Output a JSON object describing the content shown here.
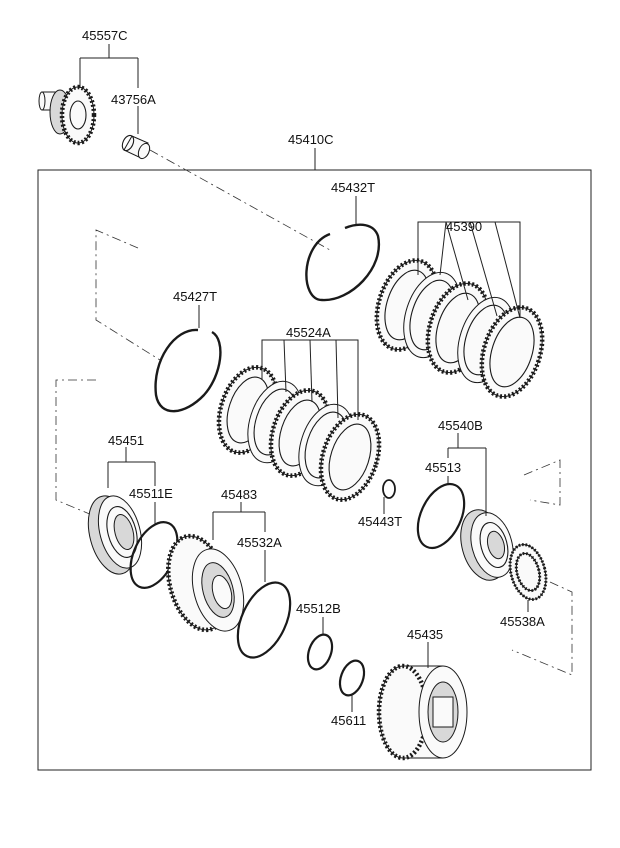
{
  "part_numbers": {
    "p45557C": "45557C",
    "p43756A": "43756A",
    "p45410C": "45410C",
    "p45432T": "45432T",
    "p45390": "45390",
    "p45427T": "45427T",
    "p45524A": "45524A",
    "p45451": "45451",
    "p45511E": "45511E",
    "p45483": "45483",
    "p45532A": "45532A",
    "p45540B": "45540B",
    "p45513": "45513",
    "p45443T": "45443T",
    "p45538A": "45538A",
    "p45512B": "45512B",
    "p45435": "45435",
    "p45611": "45611"
  }
}
